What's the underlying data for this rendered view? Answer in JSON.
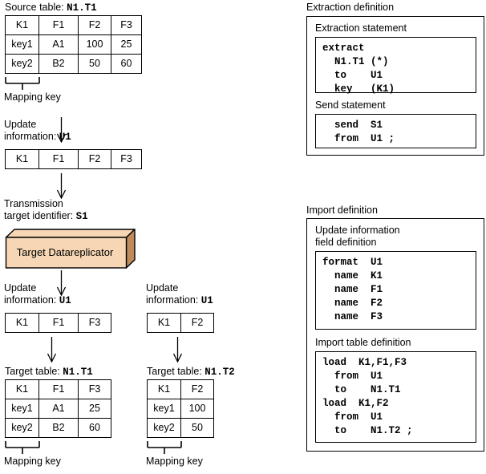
{
  "left_flow": {
    "source": {
      "label_prefix": "Source table: ",
      "label_value": "N1.T1",
      "headers": [
        "K1",
        "F1",
        "F2",
        "F3"
      ],
      "rows": [
        [
          "key1",
          "A1",
          "100",
          "25"
        ],
        [
          "key2",
          "B2",
          "50",
          "60"
        ]
      ],
      "mapping_key_label": "Mapping key"
    },
    "update_info_1": {
      "line1": "Update",
      "line2_prefix": "information: ",
      "line2_value": "U1",
      "headers": [
        "K1",
        "F1",
        "F2",
        "F3"
      ]
    },
    "transmission": {
      "line1": "Transmission",
      "line2_prefix": "target identifier: ",
      "line2_value": "S1"
    },
    "replicator": {
      "label": "Target Datareplicator",
      "face_color": "#f6d6b4",
      "side_color": "#c08b5c"
    },
    "branch_left": {
      "line1": "Update",
      "line2_prefix": "information: ",
      "line2_value": "U1",
      "headers": [
        "K1",
        "F1",
        "F3"
      ],
      "target": {
        "label_prefix": "Target table: ",
        "label_value": "N1.T1",
        "headers": [
          "K1",
          "F1",
          "F3"
        ],
        "rows": [
          [
            "key1",
            "A1",
            "25"
          ],
          [
            "key2",
            "B2",
            "60"
          ]
        ],
        "mapping_key_label": "Mapping key"
      }
    },
    "branch_right": {
      "line1": "Update",
      "line2_prefix": "information: ",
      "line2_value": "U1",
      "headers": [
        "K1",
        "F2"
      ],
      "target": {
        "label_prefix": "Target table: ",
        "label_value": "N1.T2",
        "headers": [
          "K1",
          "F2"
        ],
        "rows": [
          [
            "key1",
            "100"
          ],
          [
            "key2",
            "50"
          ]
        ],
        "mapping_key_label": "Mapping key"
      }
    }
  },
  "extraction_definition": {
    "title": "Extraction definition",
    "extraction_statement": {
      "heading": "Extraction statement",
      "code": "extract\n  N1.T1 (*)\n  to    U1\n  key   (K1)"
    },
    "send_statement": {
      "heading": "Send statement",
      "code": "  send  S1\n  from  U1 ;"
    }
  },
  "import_definition": {
    "title": "Import definition",
    "field_definition": {
      "heading_line1": "Update information",
      "heading_line2": "field definition",
      "code": "format  U1\n  name  K1\n  name  F1\n  name  F2\n  name  F3"
    },
    "table_definition": {
      "heading": "Import table definition",
      "code": "load  K1,F1,F3\n  from  U1\n  to    N1.T1\nload  K1,F2\n  from  U1\n  to    N1.T2 ;"
    }
  }
}
